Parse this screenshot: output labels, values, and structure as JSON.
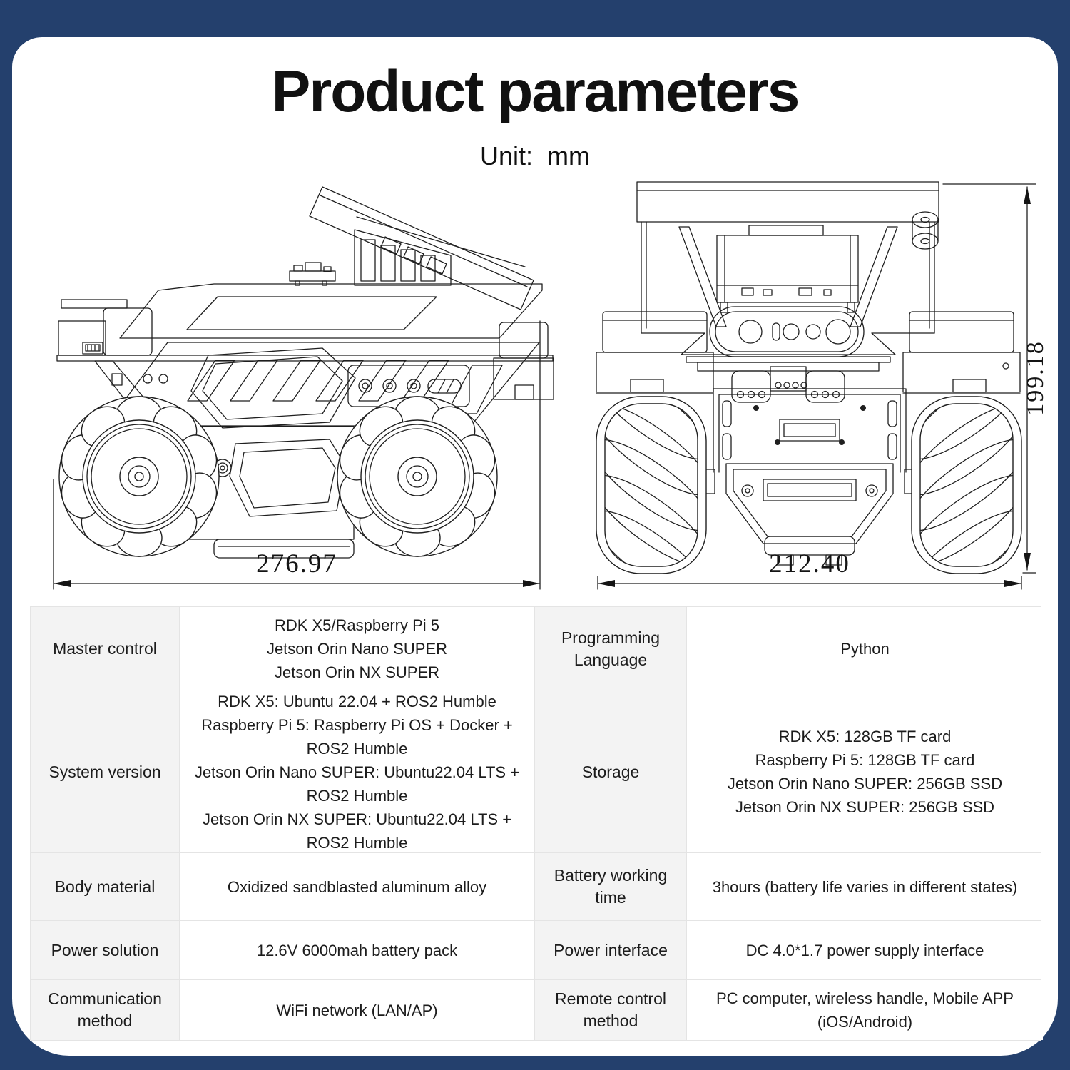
{
  "title": "Product parameters",
  "unit_label": "Unit:  mm",
  "drawings": {
    "side_view": {
      "width_dim": "276.97"
    },
    "front_view": {
      "width_dim": "212.40",
      "height_dim": "199.18"
    }
  },
  "table": {
    "rows": [
      {
        "left_label": "Master control",
        "left_value": [
          "RDK X5/Raspberry Pi 5",
          "Jetson Orin Nano SUPER",
          "Jetson Orin NX SUPER"
        ],
        "right_label": "Programming Language",
        "right_value": [
          "Python"
        ]
      },
      {
        "left_label": "System version",
        "left_value": [
          "RDK X5: Ubuntu 22.04 + ROS2 Humble",
          "Raspberry Pi 5: Raspberry Pi OS + Docker + ROS2 Humble",
          "Jetson Orin Nano SUPER: Ubuntu22.04 LTS + ROS2 Humble",
          "Jetson Orin NX SUPER: Ubuntu22.04 LTS + ROS2 Humble"
        ],
        "right_label": "Storage",
        "right_value": [
          "RDK X5: 128GB TF card",
          "Raspberry Pi 5: 128GB TF card",
          "Jetson Orin Nano SUPER: 256GB SSD",
          "Jetson Orin NX SUPER: 256GB SSD"
        ]
      },
      {
        "left_label": "Body material",
        "left_value": [
          "Oxidized sandblasted aluminum alloy"
        ],
        "right_label": "Battery working time",
        "right_value": [
          "3hours (battery life varies in different states)"
        ]
      },
      {
        "left_label": "Power solution",
        "left_value": [
          "12.6V 6000mah battery pack"
        ],
        "right_label": "Power interface",
        "right_value": [
          "DC 4.0*1.7 power supply interface"
        ]
      },
      {
        "left_label": "Communication method",
        "left_value": [
          "WiFi network (LAN/AP)"
        ],
        "right_label": "Remote control method",
        "right_value": [
          "PC computer, wireless handle, Mobile APP (iOS/Android)"
        ]
      }
    ]
  },
  "colors": {
    "frame": "#24406d",
    "card": "#ffffff",
    "table_border": "#e4e4e4",
    "label_cell_bg": "#f3f3f3",
    "drawing_line": "#1f1f1f",
    "text": "#1c1c1c"
  }
}
